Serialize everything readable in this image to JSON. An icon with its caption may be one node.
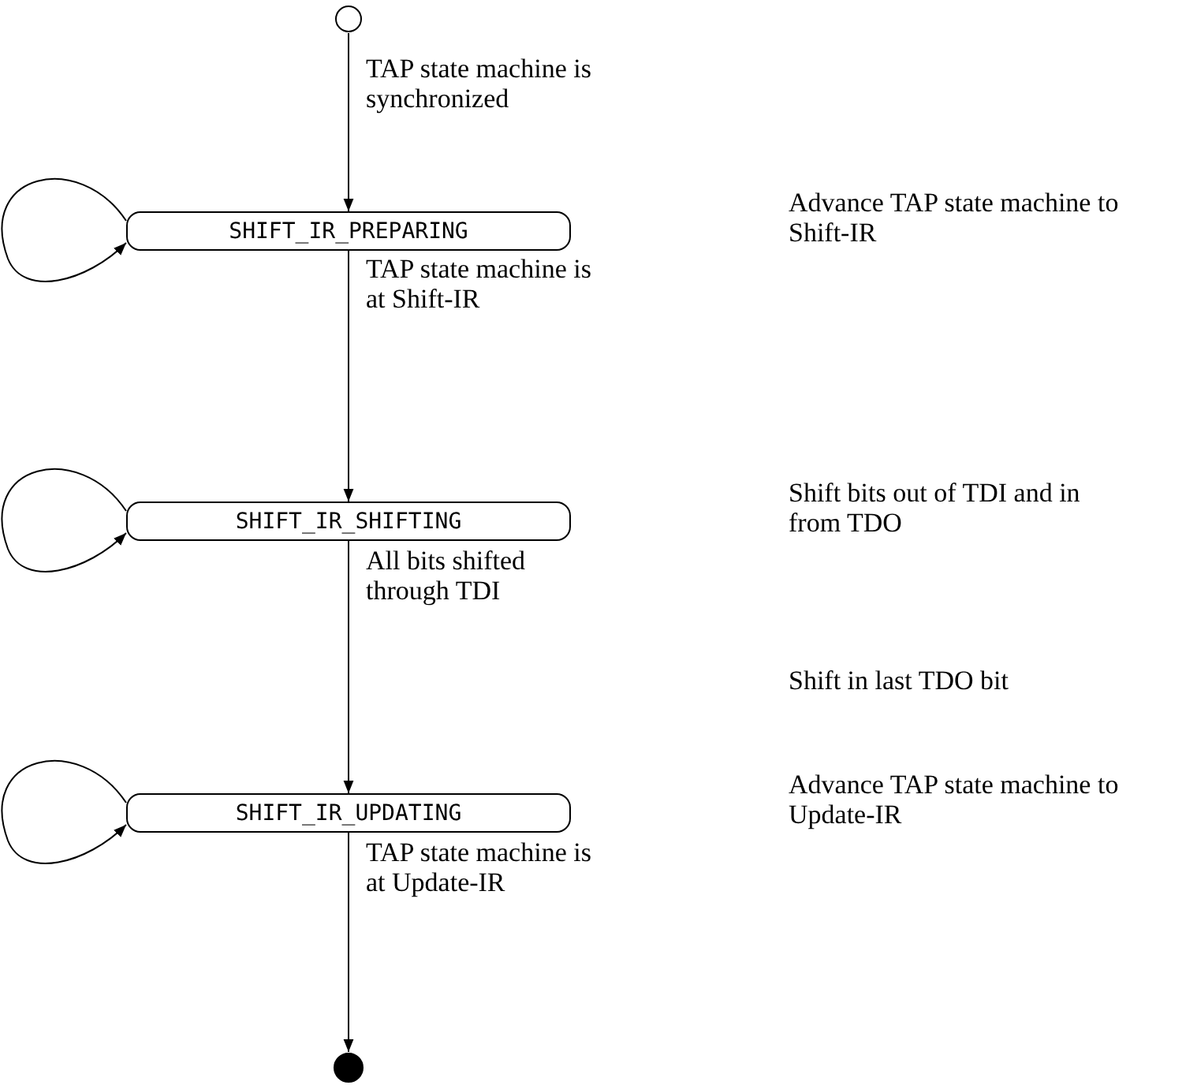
{
  "diagram": {
    "nodes": [
      {
        "text": [],
        "shape": "circle"
      },
      {
        "text": [
          "SHIFT_IR_PREPARING"
        ]
      },
      {
        "text": [
          "SHIFT_IR_SHIFTING"
        ]
      },
      {
        "text": [
          "SHIFT_IR_UPDATING"
        ]
      },
      {
        "text": [],
        "shape": "circle"
      }
    ],
    "edges": [
      {
        "from": 0,
        "to": 1,
        "arrow": "to",
        "label": "TAP state machine is synchronized"
      },
      {
        "from": 1,
        "to": 1,
        "arrow": "to"
      },
      {
        "from": 1,
        "to": 2,
        "arrow": "to",
        "label": "TAP state machine is at Shift-IR"
      },
      {
        "from": 2,
        "to": 2,
        "arrow": "to"
      },
      {
        "from": 2,
        "to": 3,
        "arrow": "to",
        "label": "All bits shifted through TDI"
      },
      {
        "from": 3,
        "to": 3,
        "arrow": "to"
      },
      {
        "from": 3,
        "to": 4,
        "arrow": "to",
        "label": "TAP state machine is at Update-IR"
      }
    ],
    "labels": [
      "Advance TAP state machine to Shift-IR",
      "Shift bits out of TDI and in from TDO",
      "Shift in last TDO bit",
      "Advance TAP state machine to Update-IR"
    ]
  }
}
